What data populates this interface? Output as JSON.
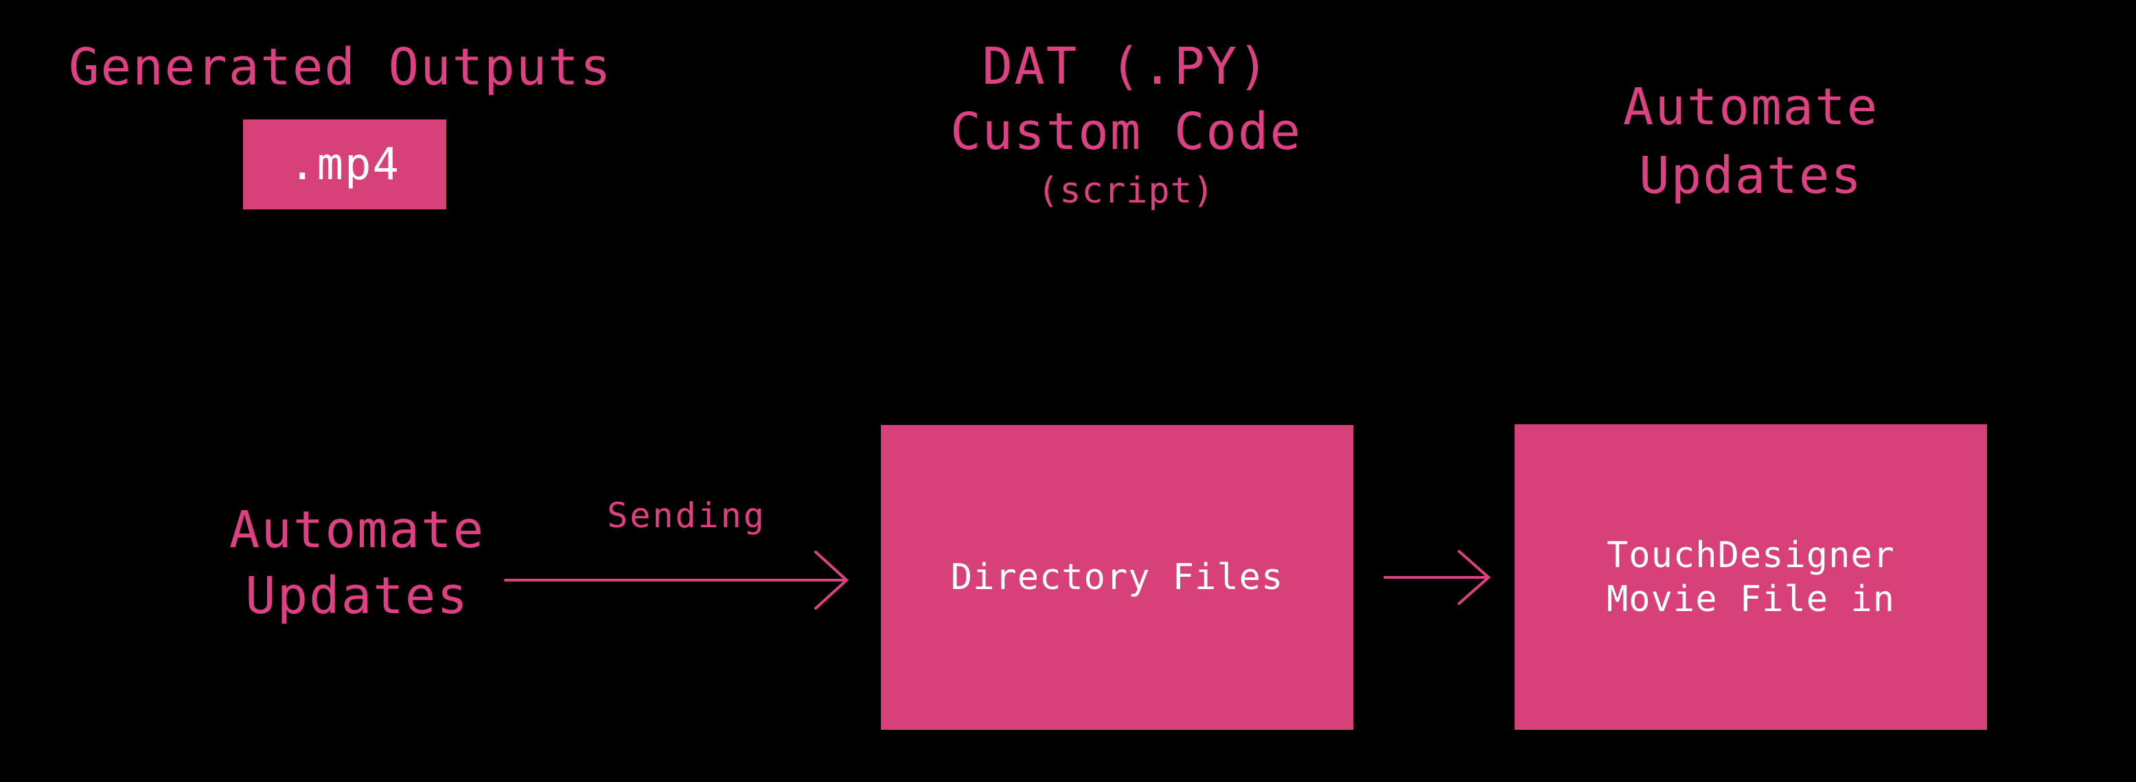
{
  "canvas": {
    "background": "#000000"
  },
  "colors": {
    "accent_pink": "#dd4181",
    "node_fill": "#d84079",
    "node_text": "#ffffff"
  },
  "annotations": {
    "generated_outputs": "Generated Outputs",
    "dat_title_line1": "DAT (.PY)",
    "dat_title_line2": "Custom Code",
    "dat_subtitle": "(script)",
    "automate_updates_top": {
      "line1": "Automate",
      "line2": "Updates"
    },
    "automate_updates_left": {
      "line1": "Automate",
      "line2": "Updates"
    }
  },
  "nodes": {
    "mp4": {
      "label": ".mp4"
    },
    "directory_files": {
      "label": "Directory Files"
    },
    "touchdesigner": {
      "line1": "TouchDesigner",
      "line2": "Movie File in"
    }
  },
  "edges": [
    {
      "from": "Automate Updates",
      "to": "Directory Files",
      "label": "Sending"
    },
    {
      "from": "Directory Files",
      "to": "TouchDesigner Movie File in",
      "label": ""
    }
  ]
}
